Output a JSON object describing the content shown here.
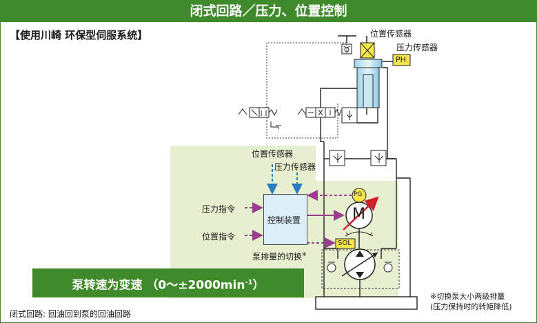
{
  "title": "闭式回路／压力、位置控制",
  "subtitle": "【使用川崎 环保型伺服系统】",
  "labels": {
    "position_sensor_top": "位置传感器",
    "pressure_sensor_top": "压力传感器",
    "ph": "PH",
    "position_sensor_ctrl": "位置传感器",
    "pressure_sensor_ctrl": "压力传感器",
    "pressure_command": "压力指令",
    "position_command": "位置指令",
    "controller": "控制装置",
    "pg": "PG",
    "motor": "M",
    "sol": "SOL",
    "pump_switch": "泵排量的切换",
    "pump_switch_note_mark": "※"
  },
  "banner": {
    "main": "泵转速为变速",
    "range_prefix": "（0～±2000min",
    "superscript": "-1",
    "range_suffix": "）"
  },
  "notes": {
    "note_line1": "※切换泵大小两级排量",
    "note_line2": "(压力保持时的转矩降低)",
    "footer": "闭式回路: 回油回到泵的回油回路"
  },
  "colors": {
    "title_green": "#3f8a2a",
    "zone_green": "#e6efcf",
    "controller_blue": "#dceff8",
    "sensor_arrow": "#2a7cc0",
    "command_arrow": "#9b3d8f",
    "ph_box": "#f6e64a",
    "pg_circle": "#f6e64a",
    "motor_arrow": "#d0202a"
  }
}
